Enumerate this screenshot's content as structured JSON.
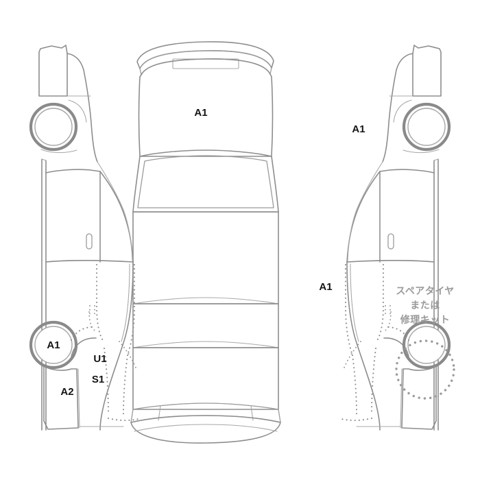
{
  "diagram": {
    "title": "Tire Placement Diagram",
    "type": "vehicle-tire-layout",
    "colors": {
      "background": "#ffffff",
      "outline": "#8d8d8d",
      "label_text": "#141414",
      "note_text": "#9a9a9a",
      "hidden_line": "#8f8f8f"
    }
  },
  "labels": {
    "center_front": "A1",
    "wheel_front_right": "A1",
    "wheel_rear_left": "A1",
    "side_right_rear": "A1",
    "rear_panel_left": "A2",
    "under_left": "U1",
    "spare_left": "S1"
  },
  "spare": {
    "line1": "スペアタイヤ",
    "line2": "または",
    "line3": "修理キット"
  }
}
